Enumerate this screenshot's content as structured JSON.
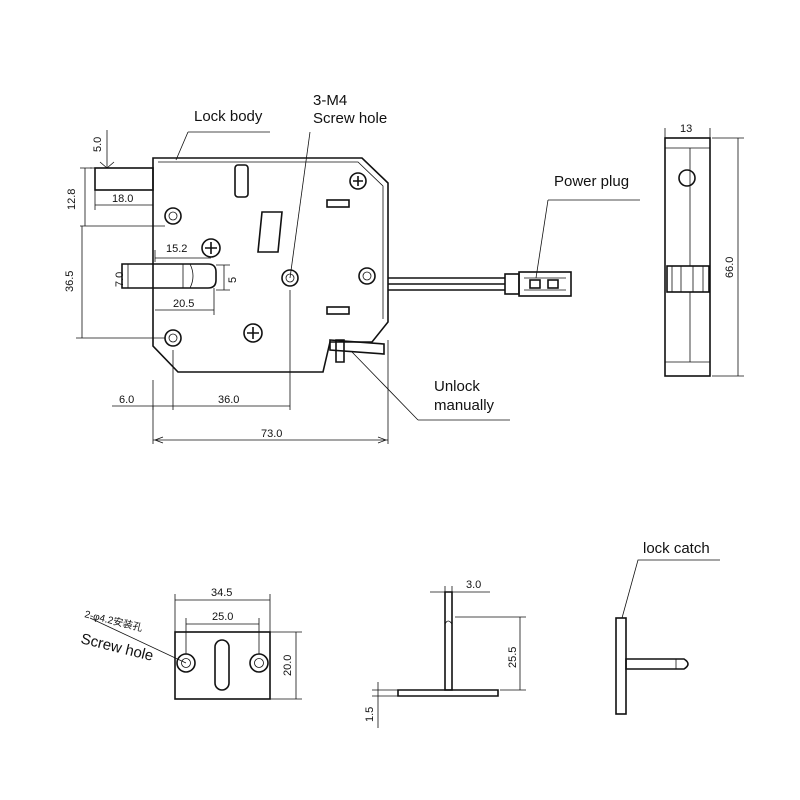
{
  "labels": {
    "lock_body": "Lock body",
    "screw_spec": "3-M4",
    "screw_hole_top": "Screw hole",
    "power_plug": "Power plug",
    "unlock_line1": "Unlock",
    "unlock_line2": "manually",
    "lock_catch": "lock catch",
    "screw_hole_bottom": "Screw hole",
    "hole_note": "2-φ4.2安装孔"
  },
  "dimensions": {
    "d_5_0": "5.0",
    "d_12_8": "12.8",
    "d_18_0": "18.0",
    "d_15_2": "15.2",
    "d_7_0": "7.0",
    "d_5": "5",
    "d_20_5": "20.5",
    "d_36_5": "36.5",
    "d_6_0": "6.0",
    "d_36_0": "36.0",
    "d_73_0": "73.0",
    "d_13": "13",
    "d_66_0": "66.0",
    "d_34_5": "34.5",
    "d_25_0": "25.0",
    "d_20_0": "20.0",
    "d_3_0": "3.0",
    "d_25_5": "25.5",
    "d_1_5": "1.5"
  }
}
